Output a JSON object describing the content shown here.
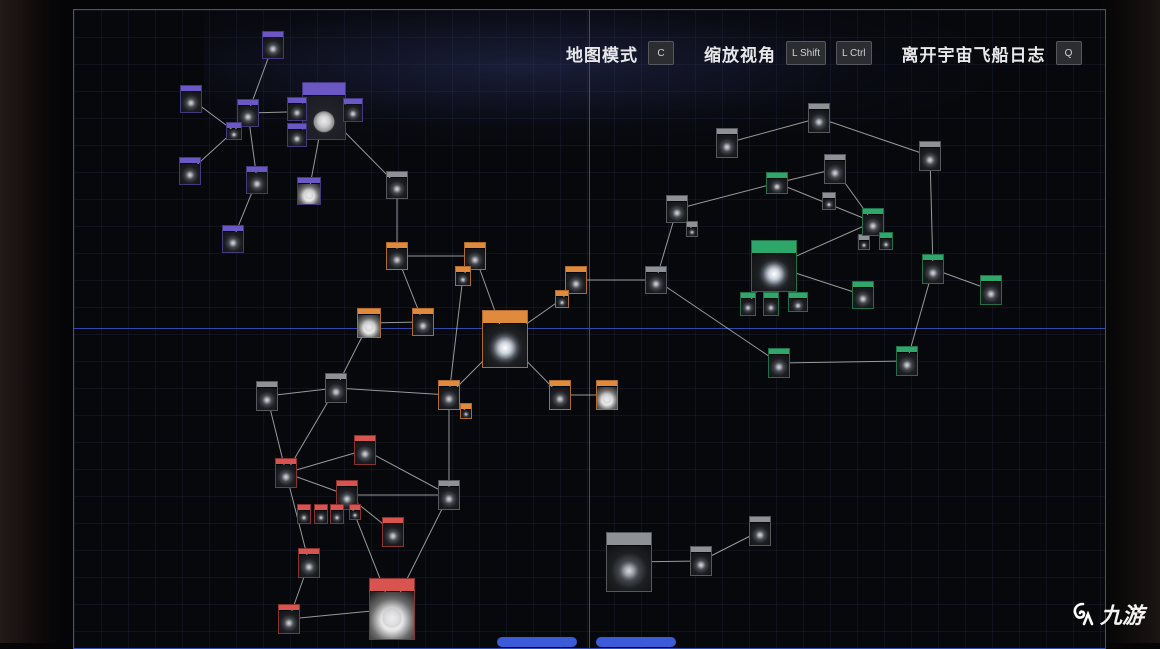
{
  "hud": {
    "map_mode_label": "地图模式",
    "map_mode_key": "C",
    "zoom_label": "缩放视角",
    "zoom_key_in": "L Shift",
    "zoom_key_out": "L Ctrl",
    "exit_label": "离开宇宙飞船日志",
    "exit_key": "Q"
  },
  "colors": {
    "frame_border": "#3350b8",
    "purple": "#6b58c4",
    "orange": "#e08a3e",
    "green": "#2fa66a",
    "red": "#d9534f",
    "gray": "#8e9196",
    "link": "#c9c9c9"
  },
  "watermark": {
    "text": "九游",
    "icon": "swirl-logo-icon"
  },
  "map": {
    "nodes": [
      {
        "id": "p1",
        "tag": "purple"
      },
      {
        "id": "p2",
        "tag": "purple"
      },
      {
        "id": "p3",
        "tag": "purple"
      },
      {
        "id": "p4",
        "tag": "purple",
        "big": true,
        "moon": true
      },
      {
        "id": "p5",
        "tag": "purple"
      },
      {
        "id": "p6",
        "tag": "purple"
      },
      {
        "id": "p7",
        "tag": "purple"
      },
      {
        "id": "p8",
        "tag": "purple"
      },
      {
        "id": "p9",
        "tag": "purple"
      },
      {
        "id": "p10",
        "tag": "purple",
        "bright": true
      },
      {
        "id": "p11",
        "tag": "purple"
      },
      {
        "id": "p12",
        "tag": "purple"
      },
      {
        "id": "g1",
        "tag": "gray"
      },
      {
        "id": "o1",
        "tag": "orange"
      },
      {
        "id": "o2",
        "tag": "orange"
      },
      {
        "id": "o3",
        "tag": "orange"
      },
      {
        "id": "o4",
        "tag": "orange"
      },
      {
        "id": "o5",
        "tag": "orange",
        "bright": true
      },
      {
        "id": "o6",
        "tag": "orange"
      },
      {
        "id": "o7",
        "tag": "orange",
        "big": true,
        "star": true
      },
      {
        "id": "o8",
        "tag": "orange"
      },
      {
        "id": "o9",
        "tag": "orange"
      },
      {
        "id": "o10",
        "tag": "orange"
      },
      {
        "id": "o11",
        "tag": "orange"
      },
      {
        "id": "o12",
        "tag": "orange",
        "bright": true
      },
      {
        "id": "g2",
        "tag": "gray"
      },
      {
        "id": "g3",
        "tag": "gray"
      },
      {
        "id": "g4",
        "tag": "gray"
      },
      {
        "id": "r1",
        "tag": "red"
      },
      {
        "id": "r2",
        "tag": "red"
      },
      {
        "id": "r3",
        "tag": "red"
      },
      {
        "id": "r4",
        "tag": "red"
      },
      {
        "id": "r5",
        "tag": "red"
      },
      {
        "id": "r6",
        "tag": "red"
      },
      {
        "id": "r7",
        "tag": "red"
      },
      {
        "id": "r8",
        "tag": "red"
      },
      {
        "id": "r9",
        "tag": "red"
      },
      {
        "id": "r10",
        "tag": "red",
        "big": true,
        "bright": true
      },
      {
        "id": "r11",
        "tag": "red"
      },
      {
        "id": "gr1",
        "tag": "gray"
      },
      {
        "id": "gr2",
        "tag": "gray"
      },
      {
        "id": "gr3",
        "tag": "gray"
      },
      {
        "id": "gr4",
        "tag": "gray"
      },
      {
        "id": "gr5",
        "tag": "gray"
      },
      {
        "id": "gr6",
        "tag": "gray"
      },
      {
        "id": "gn1",
        "tag": "green"
      },
      {
        "id": "gn2",
        "tag": "green"
      },
      {
        "id": "gn3",
        "tag": "green",
        "big": true,
        "star": true
      },
      {
        "id": "gn4",
        "tag": "green"
      },
      {
        "id": "gn5",
        "tag": "green"
      },
      {
        "id": "gn6",
        "tag": "green"
      },
      {
        "id": "gn7",
        "tag": "green"
      },
      {
        "id": "gn8",
        "tag": "green"
      },
      {
        "id": "gn9",
        "tag": "green"
      },
      {
        "id": "gn10",
        "tag": "green"
      },
      {
        "id": "gn11",
        "tag": "green"
      },
      {
        "id": "gn12",
        "tag": "green"
      },
      {
        "id": "gr7",
        "tag": "gray"
      },
      {
        "id": "gr8",
        "tag": "gray"
      },
      {
        "id": "gr9",
        "tag": "gray"
      },
      {
        "id": "gr10",
        "tag": "gray"
      },
      {
        "id": "gr11",
        "tag": "gray",
        "big": true
      },
      {
        "id": "gr12",
        "tag": "gray"
      },
      {
        "id": "gr13",
        "tag": "gray"
      }
    ]
  }
}
